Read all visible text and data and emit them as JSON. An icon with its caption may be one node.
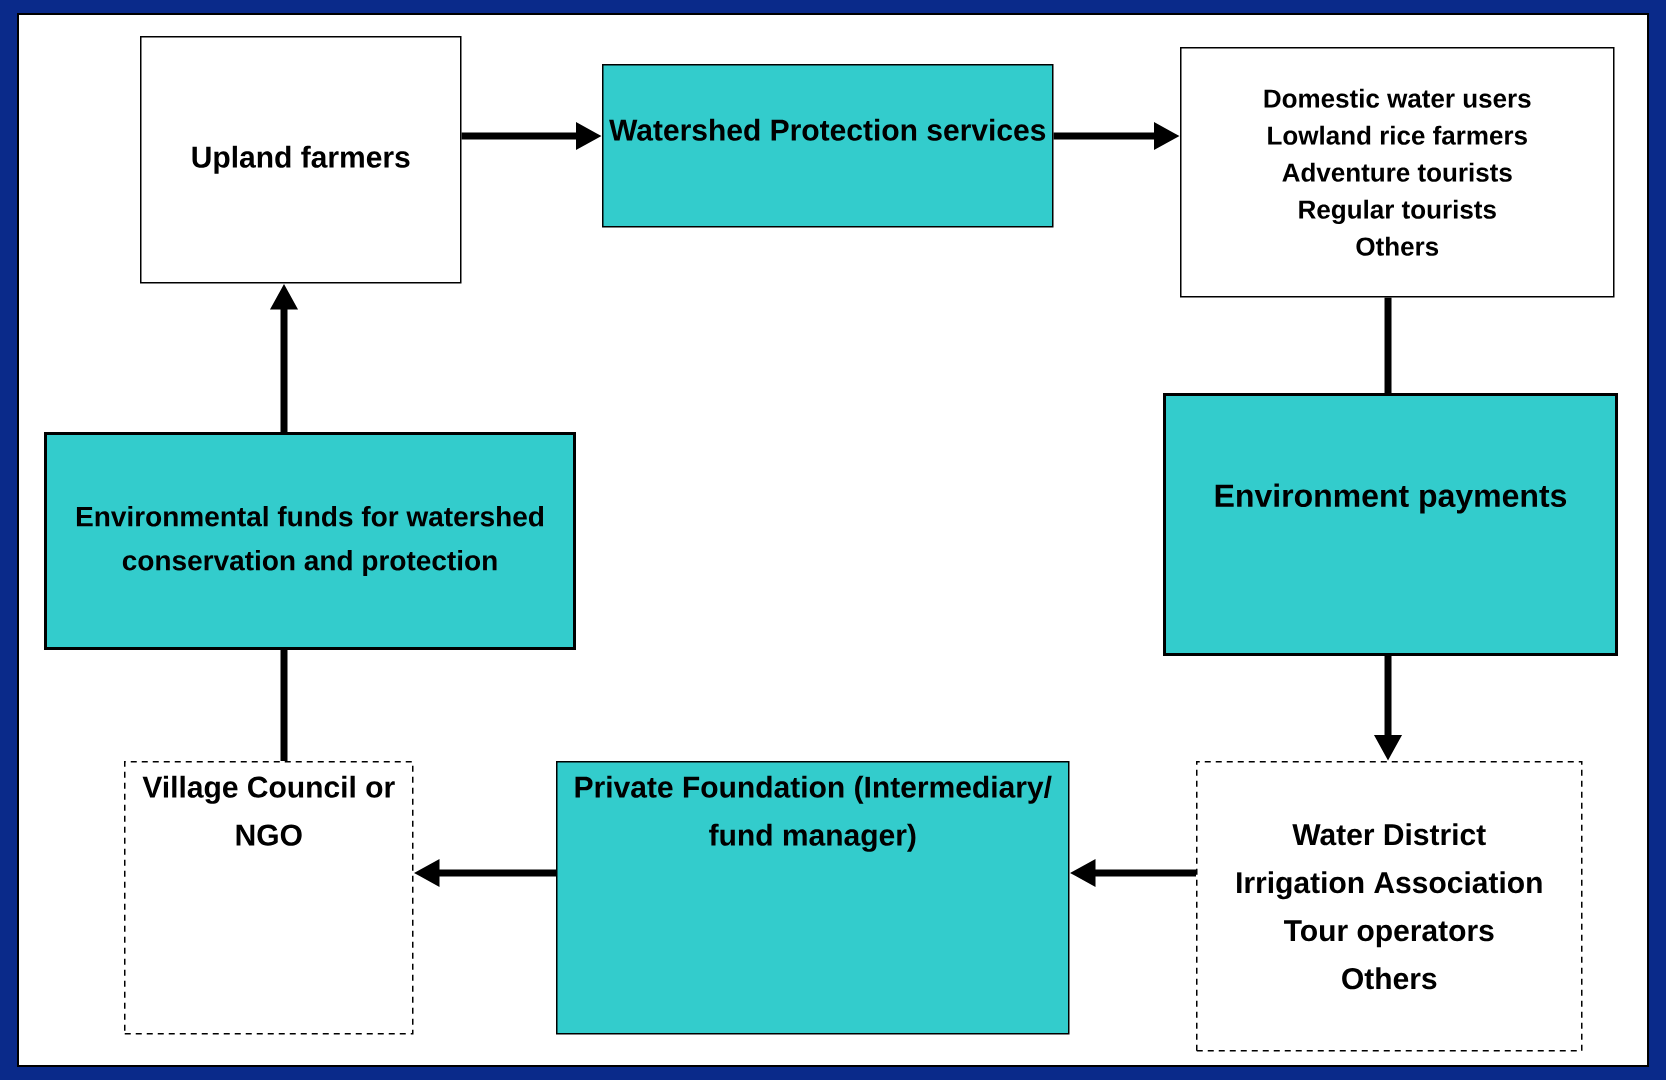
{
  "diagram": {
    "nodes": [
      {
        "text": [
          "Upland farmers"
        ]
      },
      {
        "text": [
          "Watershed Protection services"
        ]
      },
      {
        "text": [
          "Domestic water users",
          "Lowland rice farmers",
          "Adventure tourists",
          "Regular tourists",
          "Others"
        ]
      },
      {
        "text": [
          "Environmental funds for watershed conservation and protection"
        ]
      },
      {
        "text": [
          "Environment payments"
        ]
      },
      {
        "text": [
          "Village Council or NGO"
        ]
      },
      {
        "text": [
          "Private Foundation (Intermediary/ fund manager)"
        ]
      },
      {
        "text": [
          "Water District",
          "Irrigation Association",
          "Tour operators",
          "Others"
        ]
      }
    ],
    "edges": [
      {
        "from": 0,
        "to": 1,
        "arrow": "to"
      },
      {
        "from": 1,
        "to": 2,
        "arrow": "to"
      },
      {
        "from": 2,
        "to": 4,
        "arrow": "none"
      },
      {
        "from": 4,
        "to": 7,
        "arrow": "to"
      },
      {
        "from": 7,
        "to": 6,
        "arrow": "to"
      },
      {
        "from": 6,
        "to": 5,
        "arrow": "to"
      },
      {
        "from": 5,
        "to": 3,
        "arrow": "none"
      },
      {
        "from": 3,
        "to": 0,
        "arrow": "to"
      }
    ]
  }
}
